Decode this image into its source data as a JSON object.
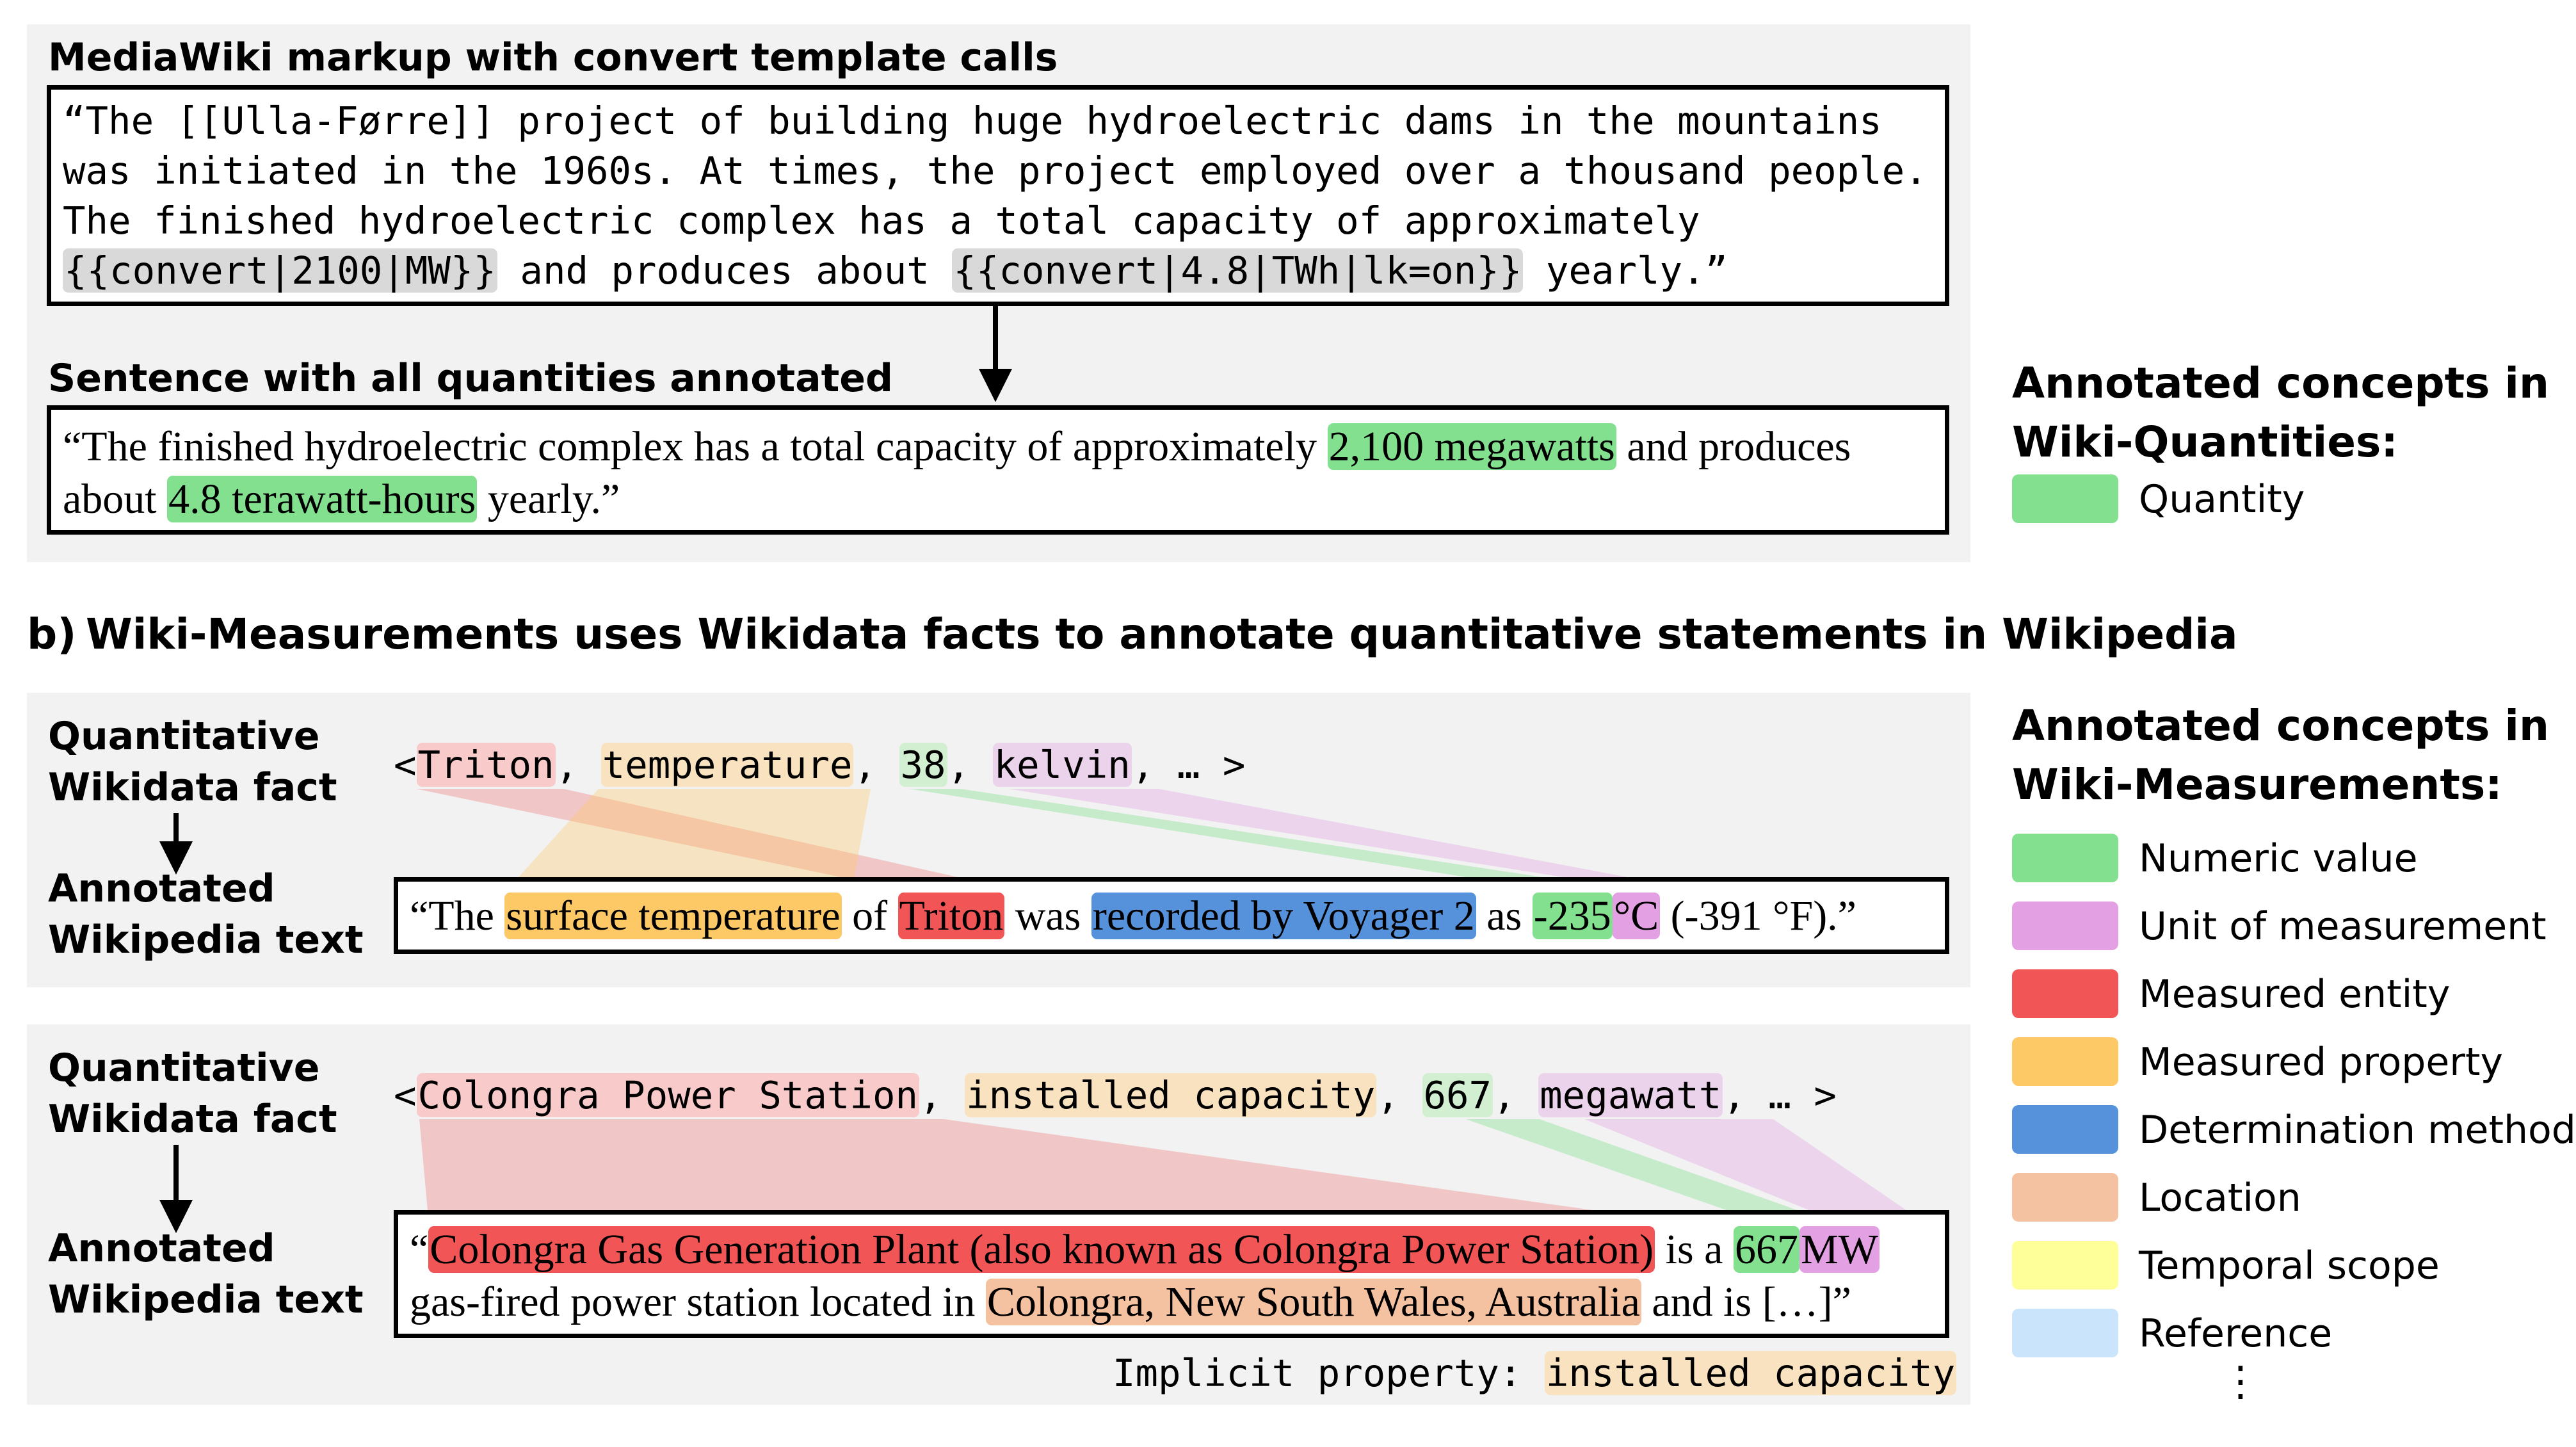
{
  "panel_a": {
    "markup_heading": "MediaWiki markup with convert template calls",
    "markup_lines": [
      "“The [[Ulla-Førre]] project of building huge hydroelectric dams in the mountains",
      "was initiated in the 1960s. At times, the project employed over a thousand people.",
      "The finished hydroelectric complex has a total capacity of approximately"
    ],
    "markup_template_1": "{{convert|2100|MW}}",
    "markup_mid": " and produces about ",
    "markup_template_2": "{{convert|4.8|TWh|lk=on}}",
    "markup_end": " yearly.”",
    "annotated_heading": "Sentence with all quantities annotated",
    "sentence_start": "“The finished hydroelectric complex has a total capacity of approximately ",
    "quantity_1": "2,100 megawatts",
    "sentence_mid": " and produces",
    "sentence_line2_start": "about ",
    "quantity_2": "4.8 terawatt-hours",
    "sentence_end": " yearly.”"
  },
  "legend_a": {
    "title_line1": "Annotated concepts in",
    "title_line2": "Wiki-Quantities:",
    "items": [
      {
        "label": "Quantity",
        "color": "#82e08f"
      }
    ]
  },
  "section_b": {
    "letter": "b)",
    "title": "Wiki-Measurements uses Wikidata facts to annotate quantitative statements in Wikipedia"
  },
  "example_1": {
    "fact_label_1": "Quantitative",
    "fact_label_2": "Wikidata fact",
    "text_label_1": "Annotated",
    "text_label_2": "Wikipedia text",
    "fact_open": "<",
    "fact_entity": "Triton",
    "fact_property": "temperature",
    "fact_value": "38",
    "fact_unit": "kelvin",
    "fact_close": "… >",
    "sep": ",",
    "t_open": "“The ",
    "t_property": "surface temperature",
    "t_of": " of ",
    "t_entity": "Triton",
    "t_was": " was ",
    "t_method": "recorded by Voyager 2",
    "t_as": " as ",
    "t_value": "-235",
    "t_unit": "°C",
    "t_end": " (-391 °F).”"
  },
  "example_2": {
    "fact_label_1": "Quantitative",
    "fact_label_2": "Wikidata fact",
    "text_label_1": "Annotated",
    "text_label_2": "Wikipedia text",
    "fact_open": "<",
    "fact_entity": "Colongra Power Station",
    "fact_property": "installed capacity",
    "fact_value": "667",
    "fact_unit": "megawatt",
    "fact_close": "… >",
    "sep": ",",
    "t_open": "“",
    "t_entity": "Colongra Gas Generation Plant (also known as Colongra Power Station)",
    "t_isa": " is a ",
    "t_value": "667",
    "t_unit": "MW",
    "t_line2_start": "gas-fired power station located in ",
    "t_location": "Colongra, New South Wales, Australia",
    "t_end": " and is […]”",
    "implicit_label": "Implicit property: ",
    "implicit_value": "installed capacity"
  },
  "legend_b": {
    "title_line1": "Annotated concepts in",
    "title_line2": "Wiki-Measurements:",
    "items": [
      {
        "label": "Numeric value",
        "color": "#82e08f"
      },
      {
        "label": "Unit of measurement",
        "color": "#e3a0e3"
      },
      {
        "label": "Measured entity",
        "color": "#f25556"
      },
      {
        "label": "Measured property",
        "color": "#fdc866"
      },
      {
        "label": "Determination method",
        "color": "#5691db"
      },
      {
        "label": "Location",
        "color": "#f5c2a1"
      },
      {
        "label": "Temporal scope",
        "color": "#ffff99"
      },
      {
        "label": "Reference",
        "color": "#c9e4fb"
      }
    ],
    "more": "⋮"
  }
}
